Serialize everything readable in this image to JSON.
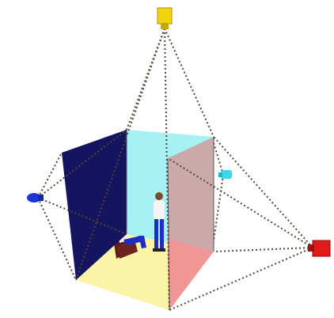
{
  "diagram": {
    "colors": {
      "background": "#ffffff",
      "floor": "#fbf3a5",
      "back_wall": "#a6f1f4",
      "left_wall": "#14145f",
      "right_wall_upper": "#c9aaa9",
      "right_wall_lower": "#ef8e94",
      "wall_edge": "#555566",
      "camera_rays": "#55463a"
    },
    "cameras": [
      {
        "id": "top",
        "color": "#f0d410"
      },
      {
        "id": "left",
        "color": "#1c36d8"
      },
      {
        "id": "right",
        "color": "#e11a1a"
      },
      {
        "id": "back",
        "color": "#3fd6ea"
      }
    ],
    "figures": [
      "standing-person",
      "seated-person",
      "chair"
    ]
  }
}
